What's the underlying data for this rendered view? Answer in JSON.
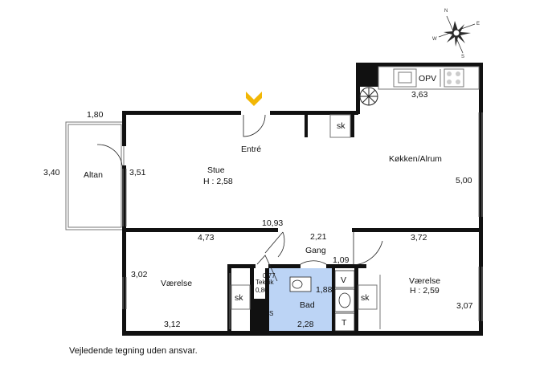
{
  "rooms": {
    "altan": "Altan",
    "stue": "Stue",
    "stue_height": "H : 2,58",
    "entre": "Entré",
    "kokken": "Køkken/Alrum",
    "gang": "Gang",
    "vaerelse_left": "Værelse",
    "vaerelse_right": "Værelse",
    "vaerelse_right_height": "H : 2,59",
    "bad": "Bad",
    "teknik": "Teknik"
  },
  "fixtures": {
    "sk_kitchen": "sk",
    "sk_left": "sk",
    "sk_right": "sk",
    "opv": "OPV",
    "v": "V",
    "t": "T",
    "s": "S"
  },
  "dimensions": {
    "d_1_80": "1,80",
    "d_3_40": "3,40",
    "d_3_51": "3,51",
    "d_3_63": "3,63",
    "d_5_00": "5,00",
    "d_10_93": "10,93",
    "d_4_73": "4,73",
    "d_2_21": "2,21",
    "d_3_72": "3,72",
    "d_1_09": "1,09",
    "d_3_02": "3,02",
    "d_0_77": "0,77",
    "d_0_80": "0,80",
    "d_1_88": "1,88",
    "d_3_12": "3,12",
    "d_2_28": "2,28",
    "d_3_07": "3,07"
  },
  "compass": {
    "n": "N",
    "e": "E",
    "s": "S",
    "w": "W"
  },
  "caption": "Vejledende tegning uden ansvar.",
  "colors": {
    "wall": "#111111",
    "bathroom": "#bcd4f5",
    "entrance_arrow": "#f2b705"
  }
}
